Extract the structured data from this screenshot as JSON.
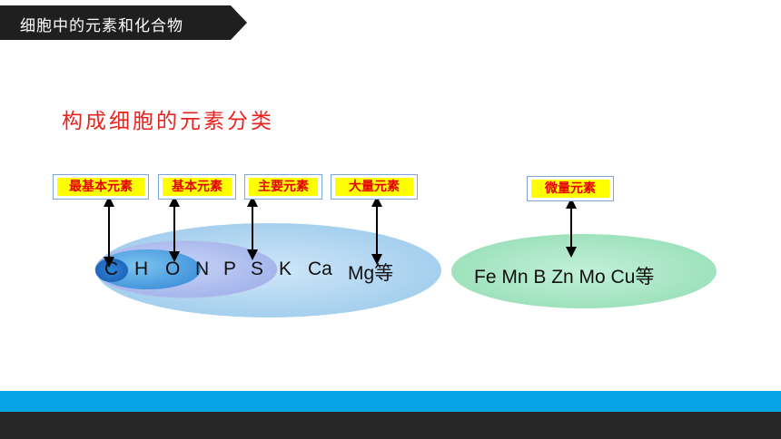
{
  "header": {
    "title": "细胞中的元素和化合物"
  },
  "subtitle": "构成细胞的元素分类",
  "tags": {
    "most_basic": "最基本元素",
    "basic": "基本元素",
    "main": "主要元素",
    "macro": "大量元素",
    "micro": "微量元素"
  },
  "macro_elements": [
    "C",
    "H",
    "O",
    "N",
    "P",
    "S",
    "K",
    "Ca",
    "Mg等"
  ],
  "micro_elements": "Fe Mn B Zn Mo Cu等",
  "colors": {
    "header_bg": "#1f1f1f",
    "subtitle": "#e8231f",
    "tag_text": "#e30000",
    "tag_fill": "#ffff00",
    "macro_ellipse": "#a9d2ef",
    "micro_ellipse": "#a4e5c2",
    "band_blue": "#08a5e6",
    "band_dark": "#262626"
  }
}
